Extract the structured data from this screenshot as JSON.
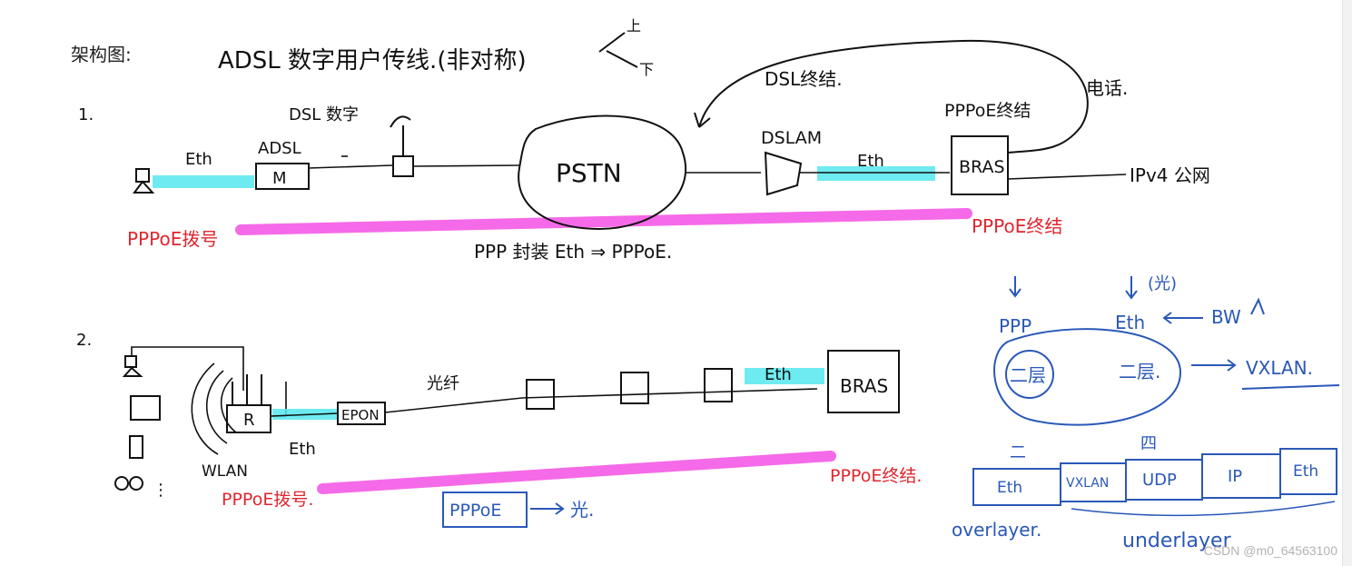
{
  "heading": "架构图:",
  "title_note": "ADSL 数字用户传线.(非对称)",
  "updown": {
    "up": "上",
    "down": "下"
  },
  "section1": {
    "number": "1.",
    "dsl_modem": "DSL 数字",
    "eth_left": "Eth",
    "adsl": "ADSL",
    "modem": "M",
    "pstn": "PSTN",
    "dsl_end": "DSL终结.",
    "dslam": "DSLAM",
    "eth_right": "Eth",
    "pppoe_end_top": "PPPoE终结",
    "phone": "电话.",
    "bras": "BRAS",
    "ipv4": "IPv4 公网",
    "pppoe_dial": "PPPoE拨号",
    "pppoe_term": "PPPoE终结",
    "ppp_encap": "PPP 封装 Eth ⇒ PPPoE."
  },
  "section2": {
    "number": "2.",
    "wlan": "WLAN",
    "router": "R",
    "eth_bottom": "Eth",
    "epon": "EPON",
    "fiber": "光纤",
    "eth_bras": "Eth",
    "bras": "BRAS",
    "pppoe_dial": "PPPoE拨号.",
    "pppoe_term": "PPPoE终结.",
    "pppoe_light": "PPPoE",
    "light": "光."
  },
  "layers": {
    "ppp": "PPP",
    "eth": "Eth",
    "light_note": "(光)",
    "bw": "BW",
    "l2a": "二层",
    "l2b": "二层.",
    "vxlan": "VXLAN.",
    "two": "二",
    "four": "四",
    "stack": [
      "Eth",
      "VXLAN",
      "UDP",
      "IP",
      "Eth"
    ],
    "overlayer": "overlayer.",
    "underlayer": "underlayer"
  },
  "colors": {
    "highlight_cyan": "#55e8ee",
    "highlight_magenta": "#f56ae8",
    "ink_red": "#e0262e",
    "ink_blue": "#2a58b8"
  },
  "watermark": "CSDN @m0_64563100"
}
